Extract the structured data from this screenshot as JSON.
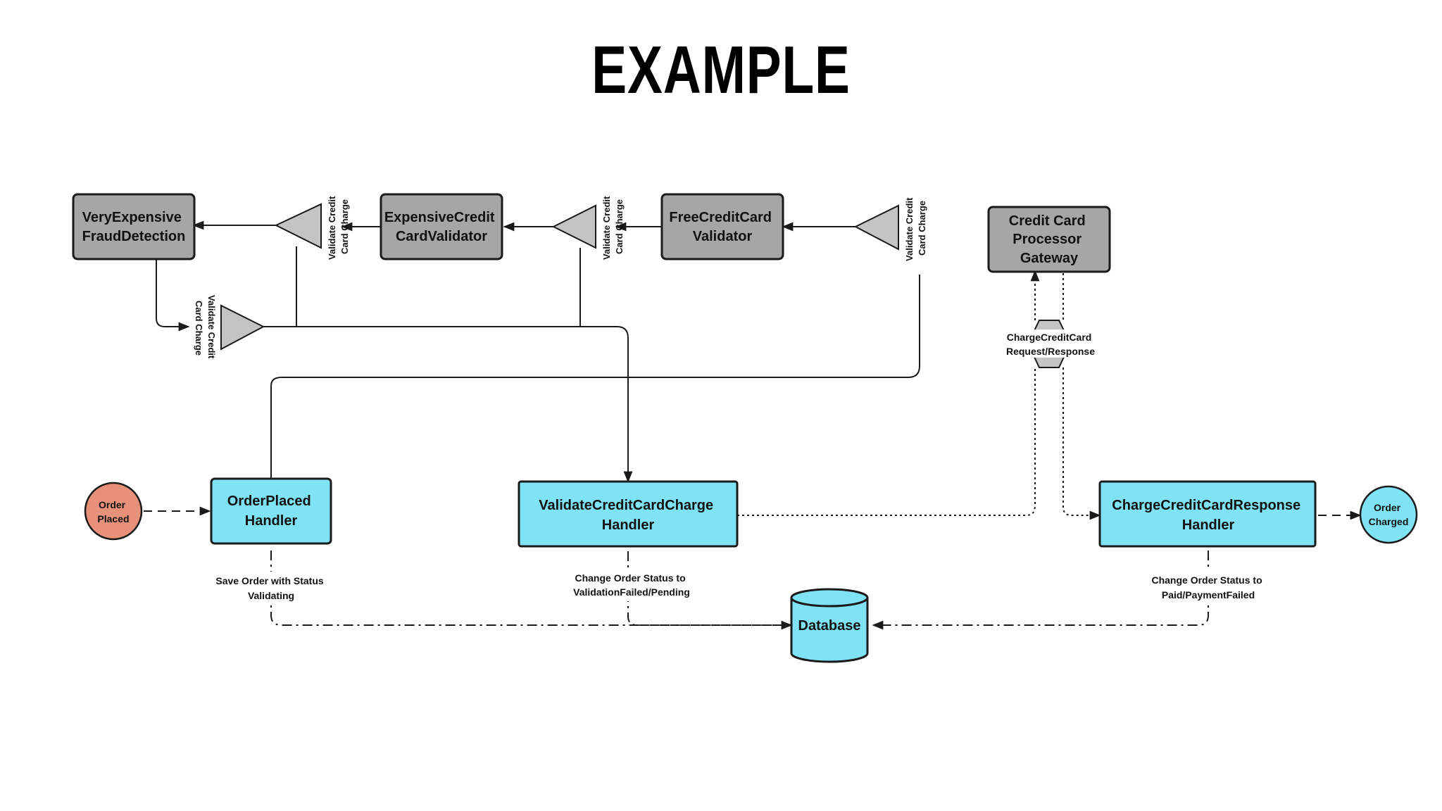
{
  "title": "EXAMPLE",
  "colors": {
    "gray_box": "#a6a6a6",
    "cyan_box": "#7fe3f5",
    "event_start": "#e8917a",
    "event_end": "#7fe3f5",
    "stroke": "#1a1a1a"
  },
  "nodes": {
    "fraud": [
      "VeryExpensive",
      "FraudDetection"
    ],
    "expensive": [
      "ExpensiveCredit",
      "CardValidator"
    ],
    "free": [
      "FreeCreditCard",
      "Validator"
    ],
    "gateway": [
      "Credit Card",
      "Processor",
      "Gateway"
    ],
    "order_placed_event": [
      "Order",
      "Placed"
    ],
    "order_placed_handler": [
      "OrderPlaced",
      "Handler"
    ],
    "validate_handler": [
      "ValidateCreditCardCharge",
      "Handler"
    ],
    "charge_response_handler": [
      "ChargeCreditCardResponse",
      "Handler"
    ],
    "order_charged_event": [
      "Order",
      "Charged"
    ],
    "database": "Database"
  },
  "channels": {
    "validate_1": [
      "Validate Credit",
      "Card Charge"
    ],
    "validate_2": [
      "Validate Credit",
      "Card Charge"
    ],
    "validate_3": [
      "Validate Credit",
      "Card Charge"
    ],
    "validate_4": [
      "Validate Credit",
      "Card Charge"
    ],
    "charge_gateway": [
      "ChargeCreditCard",
      "Request/Response"
    ]
  },
  "annotations": {
    "save_order": [
      "Save Order with Status",
      "Validating"
    ],
    "change_validation": [
      "Change Order Status to",
      "ValidationFailed/Pending"
    ],
    "change_payment": [
      "Change Order Status to",
      "Paid/PaymentFailed"
    ]
  }
}
